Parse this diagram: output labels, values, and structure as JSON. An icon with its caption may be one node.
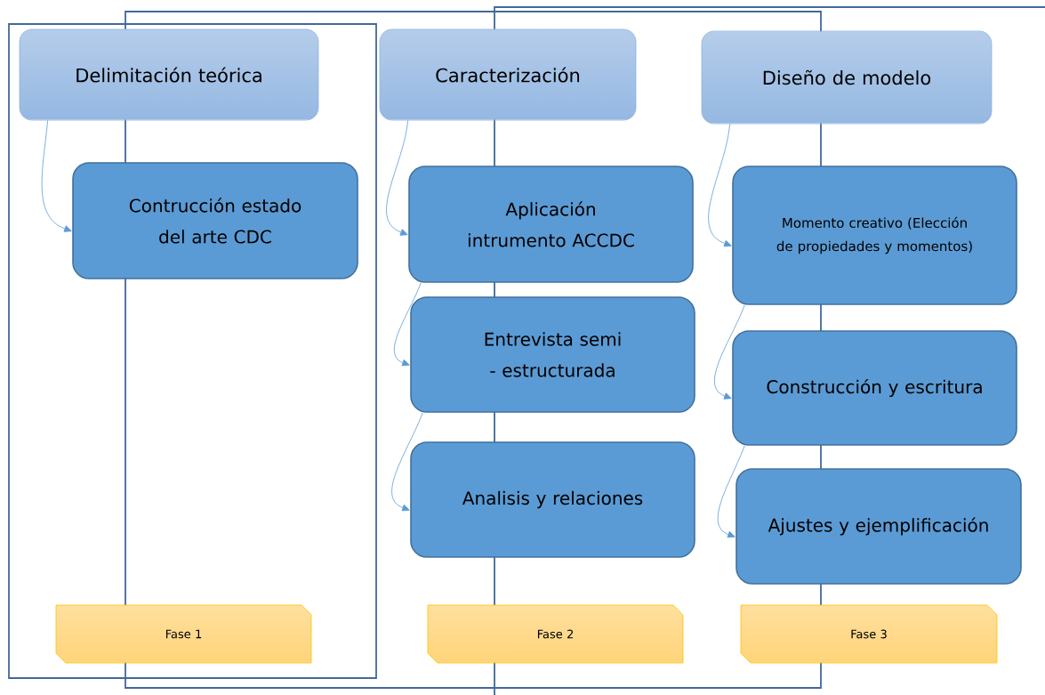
{
  "diagram": {
    "nodes": [
      {
        "text": [
          "Delimitación teórica"
        ]
      },
      {
        "text": [
          "Contrucción estado del arte CDC"
        ]
      },
      {
        "text": [
          "Caracterización"
        ]
      },
      {
        "text": [
          "Aplicación intrumento ACCDC"
        ]
      },
      {
        "text": [
          "Entrevista semi - estructurada"
        ]
      },
      {
        "text": [
          "Analisis y relaciones"
        ]
      },
      {
        "text": [
          "Diseño de modelo"
        ]
      },
      {
        "text": [
          "Momento creativo (Elección de propiedades y momentos)"
        ]
      },
      {
        "text": [
          "Construcción y escritura"
        ]
      },
      {
        "text": [
          "Ajustes y ejemplificación"
        ]
      },
      {
        "text": [
          "Fase 1"
        ]
      },
      {
        "text": [
          "Fase 2"
        ]
      },
      {
        "text": [
          "Fase 3"
        ]
      }
    ],
    "edges": [
      {
        "from": 0,
        "to": 1,
        "arrow": "to"
      },
      {
        "from": 2,
        "to": 3,
        "arrow": "to"
      },
      {
        "from": 3,
        "to": 4,
        "arrow": "to"
      },
      {
        "from": 4,
        "to": 5,
        "arrow": "to"
      },
      {
        "from": 6,
        "to": 7,
        "arrow": "to"
      },
      {
        "from": 7,
        "to": 8,
        "arrow": "to"
      },
      {
        "from": 8,
        "to": 9,
        "arrow": "to"
      }
    ]
  }
}
